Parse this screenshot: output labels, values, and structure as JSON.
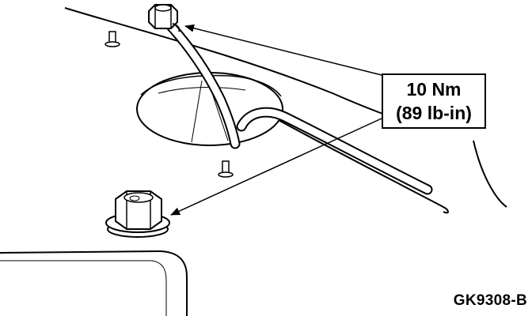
{
  "callout": {
    "torque_nm": "10 Nm",
    "torque_lbin": "(89 lb-in)"
  },
  "figure": {
    "id": "GK9308-B"
  },
  "colors": {
    "ink": "#000000",
    "paper": "#ffffff"
  }
}
